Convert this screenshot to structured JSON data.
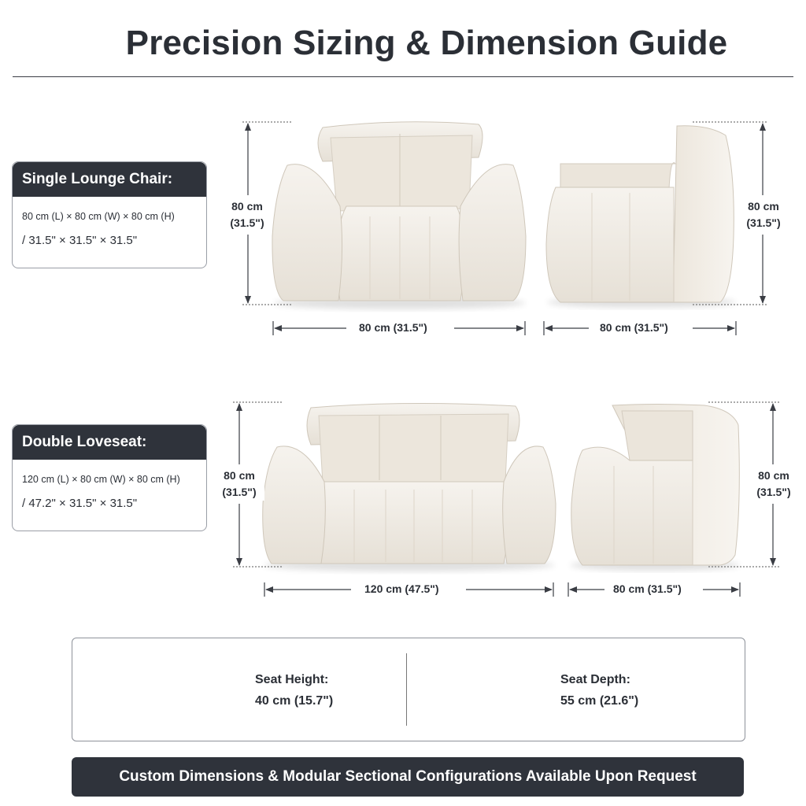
{
  "header": {
    "title": "Precision Sizing & Dimension Guide"
  },
  "single": {
    "label": "Single Lounge Chair:",
    "metric": "80 cm (L) × 80 cm (W) × 80 cm (H)",
    "imperial": "/ 31.5\" × 31.5\" × 31.5\"",
    "front_height": "80 cm\n(31.5\")",
    "front_width": "80 cm (31.5\")",
    "side_height": "80 cm\n(31.5\")",
    "side_width": "80 cm (31.5\")"
  },
  "double": {
    "label": "Double Loveseat:",
    "metric": "120 cm (L) × 80 cm (W) × 80 cm (H)",
    "imperial": "/ 47.2\" × 31.5\" × 31.5\"",
    "front_height": "80 cm\n(31.5\")",
    "front_width": "120 cm (47.5\")",
    "side_height": "80 cm\n(31.5\")",
    "side_width": "80 cm (31.5\")"
  },
  "seat": {
    "height_label": "Seat Height:",
    "height_value": "40 cm (15.7\")",
    "depth_label": "Seat Depth:",
    "depth_value": "55 cm (21.6\")"
  },
  "footer": {
    "text": "Custom Dimensions & Modular Sectional Configurations Available Upon Request"
  },
  "colors": {
    "dark": "#2f333b",
    "fabric": "#f1ede6",
    "fabric_shade": "#ddd6cb",
    "line": "#3a3d44"
  }
}
